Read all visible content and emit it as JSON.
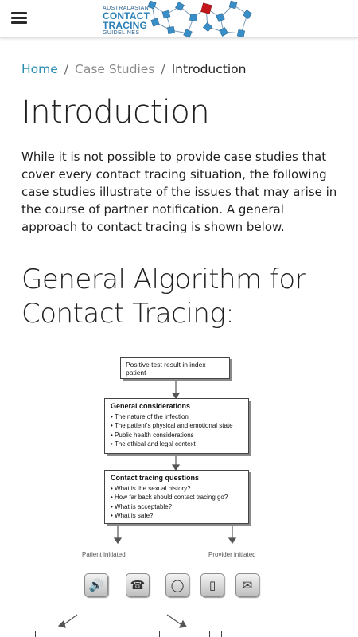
{
  "header": {
    "logo": {
      "line1": "AUSTRALASIAN",
      "line2": "CONTACT",
      "line3": "TRACING",
      "line4": "GUIDELINES"
    }
  },
  "breadcrumb": {
    "home": "Home",
    "case_studies": "Case Studies",
    "current": "Introduction",
    "separator": "/"
  },
  "page": {
    "title": "Introduction",
    "intro": "While it is not possible to provide case studies that cover every contact tracing situation, the following case studies illustrate of the issues that may arise in the course of partner notification. A general approach to contact tracing is shown below.",
    "section_title": "General Algorithm for Contact Tracing:"
  },
  "flowchart": {
    "start": "Positive test result in index patient",
    "general": {
      "heading": "General considerations",
      "items": [
        "The nature of the infection",
        "The patient's physical and emotional state",
        "Public health considerations",
        "The ethical and legal context"
      ]
    },
    "questions": {
      "heading": "Contact tracing questions",
      "items": [
        "What is the sexual history?",
        "How far back should contact tracing go?",
        "What is acceptable?",
        "What is safe?"
      ]
    },
    "branch_left": "Patient initiated",
    "branch_right": "Provider initiated"
  },
  "colors": {
    "link": "#2a8db0",
    "muted": "#8a8a8a",
    "logo_blue": "#2b7fb8",
    "logo_red": "#c4161c"
  }
}
